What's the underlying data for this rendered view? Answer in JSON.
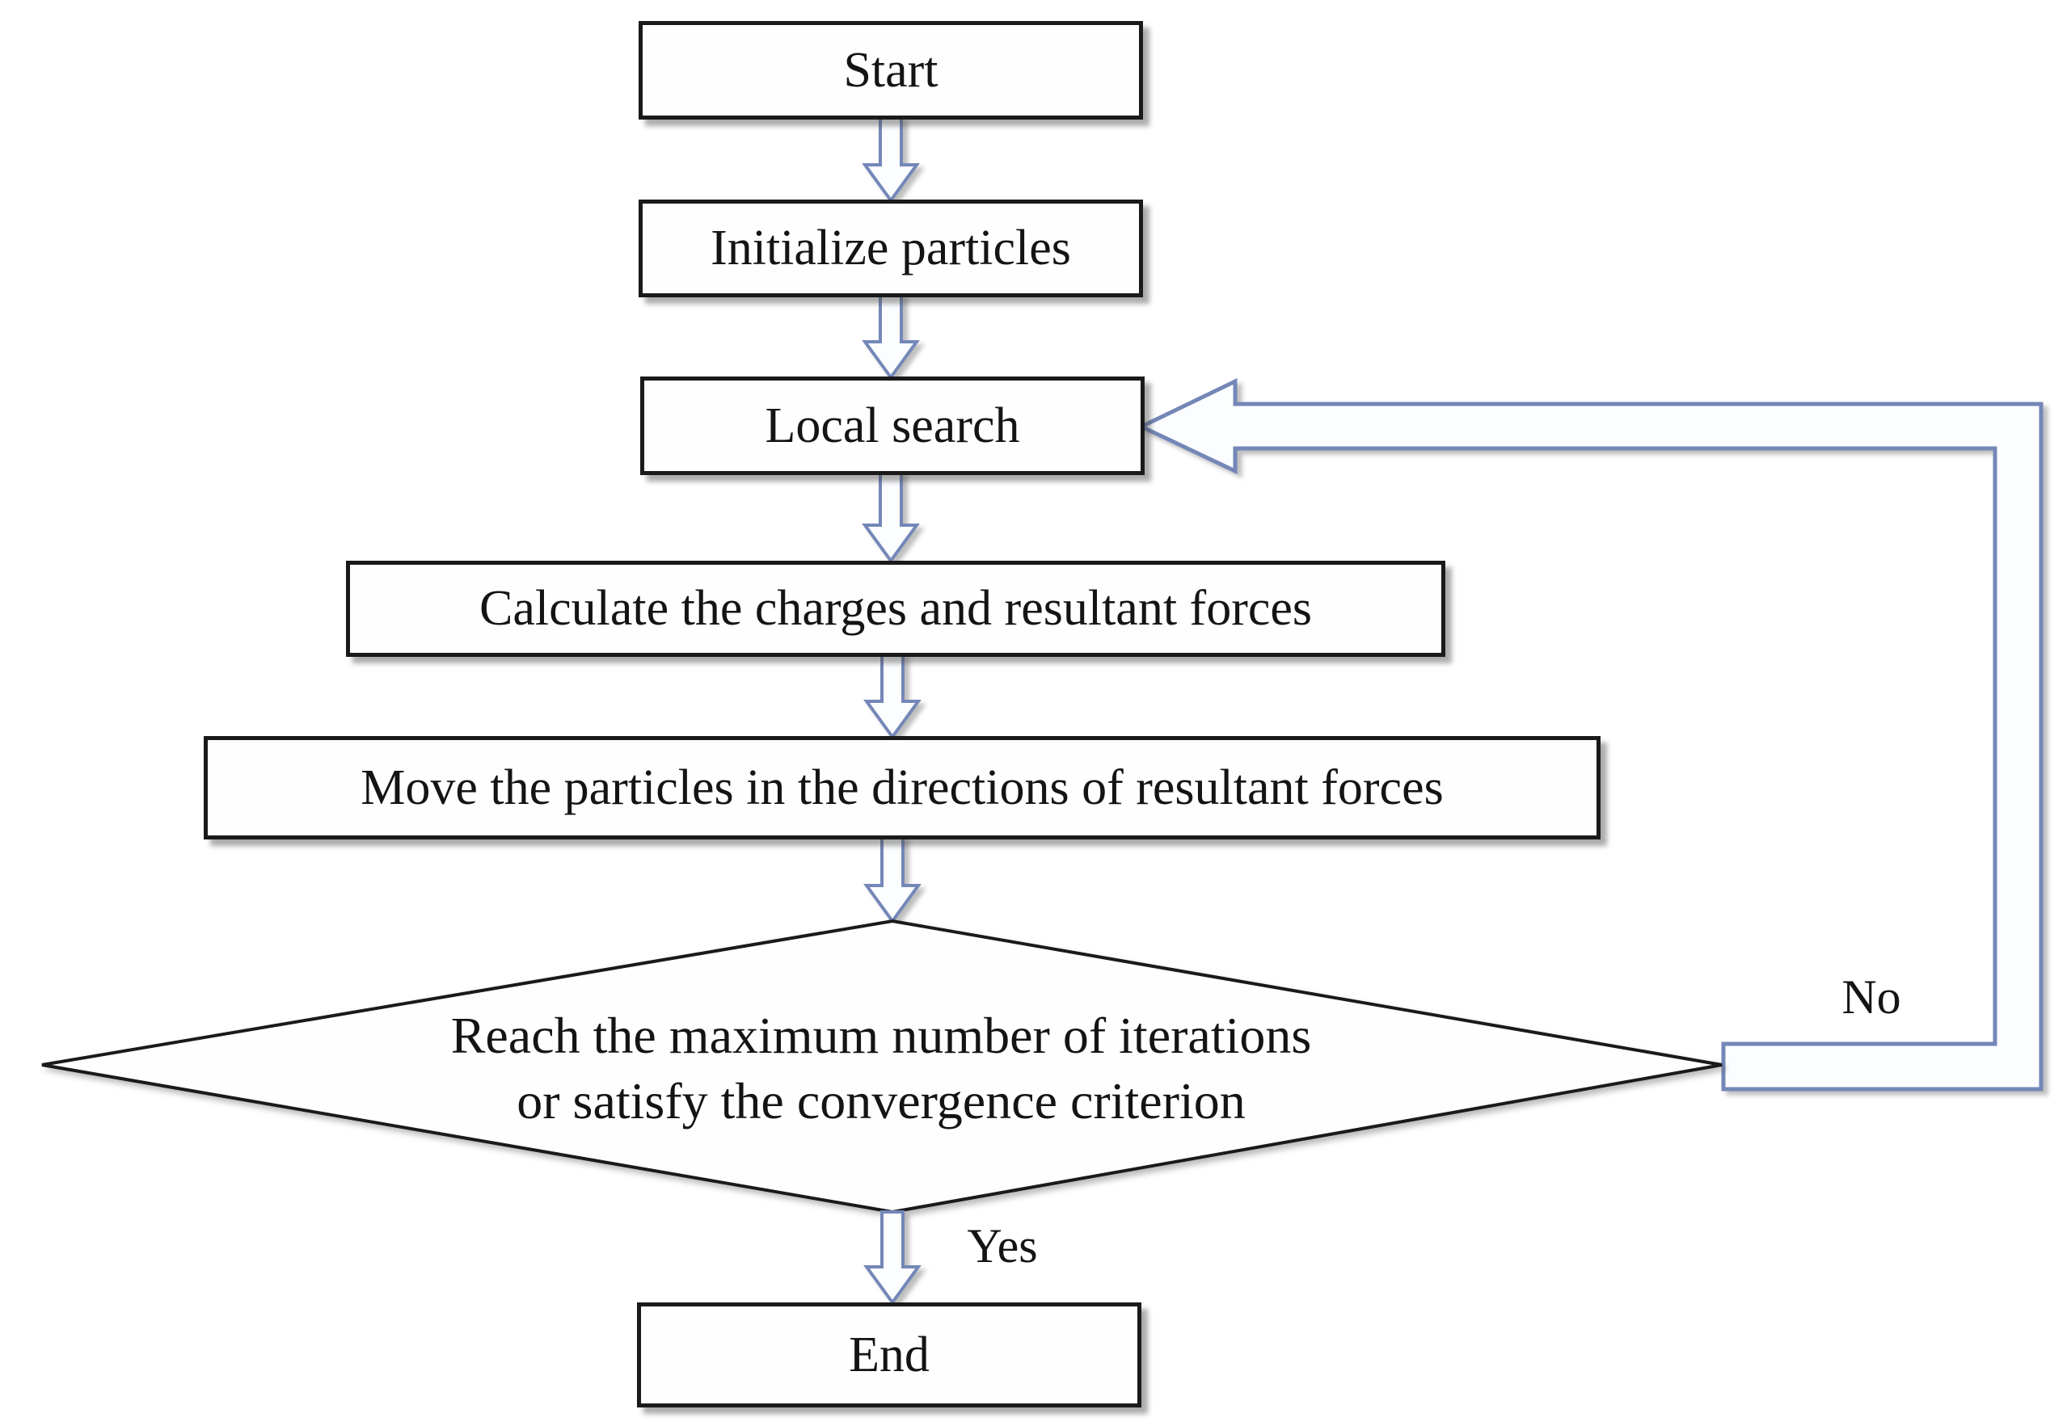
{
  "flowchart": {
    "start": {
      "label": "Start"
    },
    "initialize": {
      "label": "Initialize particles"
    },
    "local_search": {
      "label": "Local search"
    },
    "calculate": {
      "label": "Calculate the charges and resultant forces"
    },
    "move": {
      "label": "Move the particles in the directions of resultant forces"
    },
    "decision": {
      "line1": "Reach the maximum number of iterations",
      "line2": "or satisfy the convergence criterion"
    },
    "end": {
      "label": "End"
    },
    "labels": {
      "yes": "Yes",
      "no": "No"
    },
    "colors": {
      "background": "#ffffff",
      "node_fill": "#fefefe",
      "node_border": "#1a1a1a",
      "text": "#141414",
      "arrow_stroke": "#7487b8",
      "arrow_fill": "#fbfdff"
    }
  }
}
